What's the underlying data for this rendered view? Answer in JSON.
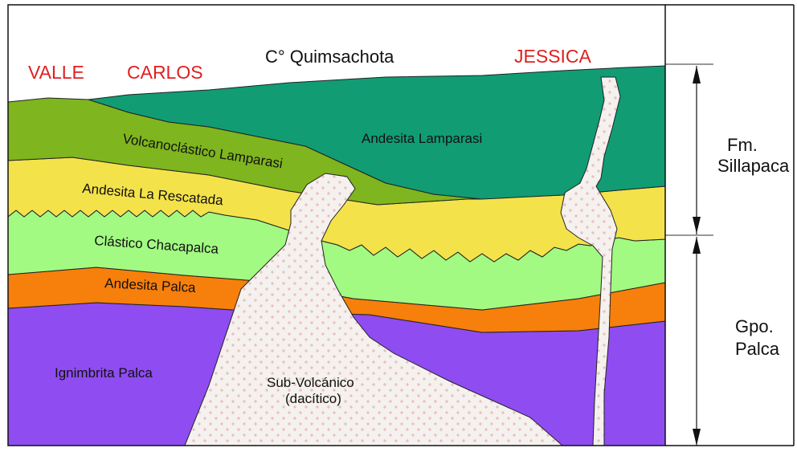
{
  "locations": {
    "valle": "VALLE",
    "carlos": "CARLOS",
    "quimsachota": "C° Quimsachota",
    "jessica": "JESSICA"
  },
  "units": {
    "andesita_lamparasi": "Andesita Lamparasi",
    "volcanoclastico_lamparasi": "Volcanoclástico Lamparasi",
    "andesita_la_rescatada": "Andesita La Rescatada",
    "clastico_chacapalca": "Clástico Chacapalca",
    "andesita_palca": "Andesita Palca",
    "ignimbrita_palca": "Ignimbrita Palca",
    "subvolcanico_line1": "Sub-Volcánico",
    "subvolcanico_line2": "(dacítico)"
  },
  "formations": {
    "sillapaca_line1": "Fm.",
    "sillapaca_line2": "Sillapaca",
    "palca_line1": "Gpo.",
    "palca_line2": "Palca"
  },
  "colors": {
    "andesita_lamparasi": "#119C74",
    "volcanoclastico": "#7FB51E",
    "la_rescatada": "#F4E24B",
    "chacapalca": "#A2FA82",
    "andesita_palca": "#F77F0B",
    "ignimbrita": "#8F4CF1",
    "subvolcanico": "#F4F1EE",
    "location_text": "#E02020"
  }
}
